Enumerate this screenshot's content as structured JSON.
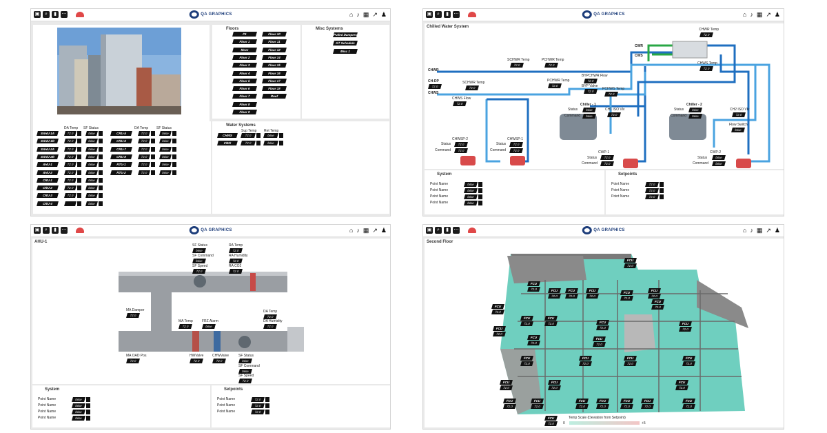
{
  "app": {
    "logo_text": "QA GRAPHICS"
  },
  "topbar_icons": [
    "window-icon",
    "search-icon",
    "door-icon",
    "more-icon",
    "alarm-icon",
    "home-icon",
    "bell-icon",
    "calendar-icon",
    "trend-icon",
    "user-icon"
  ],
  "panel1": {
    "floors": {
      "title": "Floors",
      "items": [
        "P1",
        "Floor 10",
        "Floor 1",
        "Floor 11",
        "Mezz",
        "Floor 12",
        "Floor 2",
        "Floor 14",
        "Floor 3",
        "Floor 15",
        "Floor 4",
        "Floor 16",
        "Floor 5",
        "Floor 17",
        "Floor 6",
        "Floor 18",
        "Floor 7",
        "Roof",
        "Floor 8",
        "",
        "Floor 9",
        ""
      ]
    },
    "misc": {
      "title": "Misc Systems",
      "items": [
        "Pulled Dampers",
        "GT Schedule",
        "Misc 1"
      ]
    },
    "equip_headers": [
      "DA Temp",
      "SF Status",
      "DA Temp",
      "SF Status"
    ],
    "equip_left": [
      [
        "SAHU-1A",
        "72.0",
        "false"
      ],
      [
        "SAHU-1B",
        "72.0",
        "false"
      ],
      [
        "SAHU-2A",
        "72.0",
        "false"
      ],
      [
        "SAHU-2B",
        "72.0",
        "false"
      ],
      [
        "AHU-1",
        "72.0",
        "false"
      ],
      [
        "AHU-2",
        "72.0",
        "false"
      ],
      [
        "CRU-1",
        "72.0",
        "false"
      ],
      [
        "CRU-2",
        "72.0",
        "false"
      ],
      [
        "CRU-3",
        "72.0",
        "false"
      ],
      [
        "CRU-4",
        "",
        "false"
      ]
    ],
    "equip_right": [
      [
        "CRU-5",
        "72.0",
        "false"
      ],
      [
        "CRU-6",
        "72.0",
        "false"
      ],
      [
        "CRU-7",
        "72.0",
        "false"
      ],
      [
        "CRU-8",
        "72.0",
        "false"
      ],
      [
        "RTU-1",
        "72.0",
        "false"
      ],
      [
        "RTU-2",
        "72.0",
        "false"
      ]
    ],
    "water": {
      "title": "Water Systems",
      "headers": [
        "Sup Temp",
        "Ret Temp"
      ],
      "rows": [
        [
          "CHWS",
          "72.0",
          "false"
        ],
        [
          "CWS",
          "72.0",
          "false"
        ]
      ]
    }
  },
  "panel2": {
    "title": "Chilled Water System",
    "labels": {
      "chwr": "CHWR",
      "chws": "CHWS",
      "chdp": "CH-DP",
      "schwr": "SCHWR Temp",
      "pchwr": "PCHWR Temp",
      "schwr2": "SCHWR Temp",
      "pchwr2": "PCHWR Temp",
      "bypchwr": "BYPCHWR Flow",
      "byp": "BYP Valve",
      "pchws": "PCHWS Temp",
      "chws_flow": "CHWS Flow",
      "chwr_temp": "CHWR Temp",
      "cwr": "CWR",
      "cws": "CWS",
      "chws_temp": "CHWS Temp",
      "chiller1": "Chiller - 1",
      "chiller2": "Chiller - 2",
      "iso1": "CH1 ISO Vlv",
      "iso2": "CH2 ISO Vlv",
      "flow_switch": "Flow Switch",
      "chwsp2": "CHWSP-2",
      "chwsp1": "CHWSP-1",
      "cwp1": "CWP-1",
      "cwp2": "CWP-2",
      "status": "Status",
      "command": "Command"
    },
    "val": "72.0",
    "bool": "false",
    "system": {
      "title": "System",
      "rows": [
        [
          "Point Name",
          "false"
        ],
        [
          "Point Name",
          "false"
        ],
        [
          "Point Name",
          "false"
        ],
        [
          "Point Name",
          "false"
        ]
      ]
    },
    "setpoints": {
      "title": "Setpoints",
      "rows": [
        [
          "Point Name",
          "72.0"
        ],
        [
          "Point Name",
          "72.0"
        ],
        [
          "Point Name",
          "72.0"
        ]
      ]
    }
  },
  "panel3": {
    "title": "AHU-1",
    "labels": {
      "sf_status": "SF Status",
      "sf_command": "SF Command",
      "sf_speed": "SF Speed",
      "ra_temp": "RA Temp",
      "ra_humidity": "RA Humidity",
      "ra_co2": "RA CO2",
      "ma_damper": "MA Damper",
      "ma_temp": "MA Temp",
      "frz_alarm": "FRZ Alarm",
      "da_temp": "DA Temp",
      "da_humidity": "DA Humidity",
      "ma_oad_pos": "MA OAD Pos",
      "hw_valve": "HWValve",
      "chw_valve": "CHWValve",
      "sf_status2": "SF Status",
      "sf_command2": "SF Command",
      "sf_speed2": "SF Speed"
    },
    "val": "72.0",
    "bool": "false",
    "system": {
      "title": "System",
      "rows": [
        [
          "Point Name",
          "false"
        ],
        [
          "Point Name",
          "false"
        ],
        [
          "Point Name",
          "false"
        ],
        [
          "Point Name",
          "false"
        ]
      ]
    },
    "setpoints": {
      "title": "Setpoints",
      "rows": [
        [
          "Point Name",
          "72.0"
        ],
        [
          "Point Name",
          "72.0"
        ],
        [
          "Point Name",
          "72.0"
        ]
      ]
    }
  },
  "panel4": {
    "title": "Second Floor",
    "fcu_label": "FCU",
    "val": "72.0",
    "legend_title": "Temp Scale (Deviation from Setpoint)",
    "legend_min": "0",
    "legend_max": "+5",
    "colors": {
      "floor": "#6fcfbf",
      "wall": "#7a7a7a"
    }
  }
}
